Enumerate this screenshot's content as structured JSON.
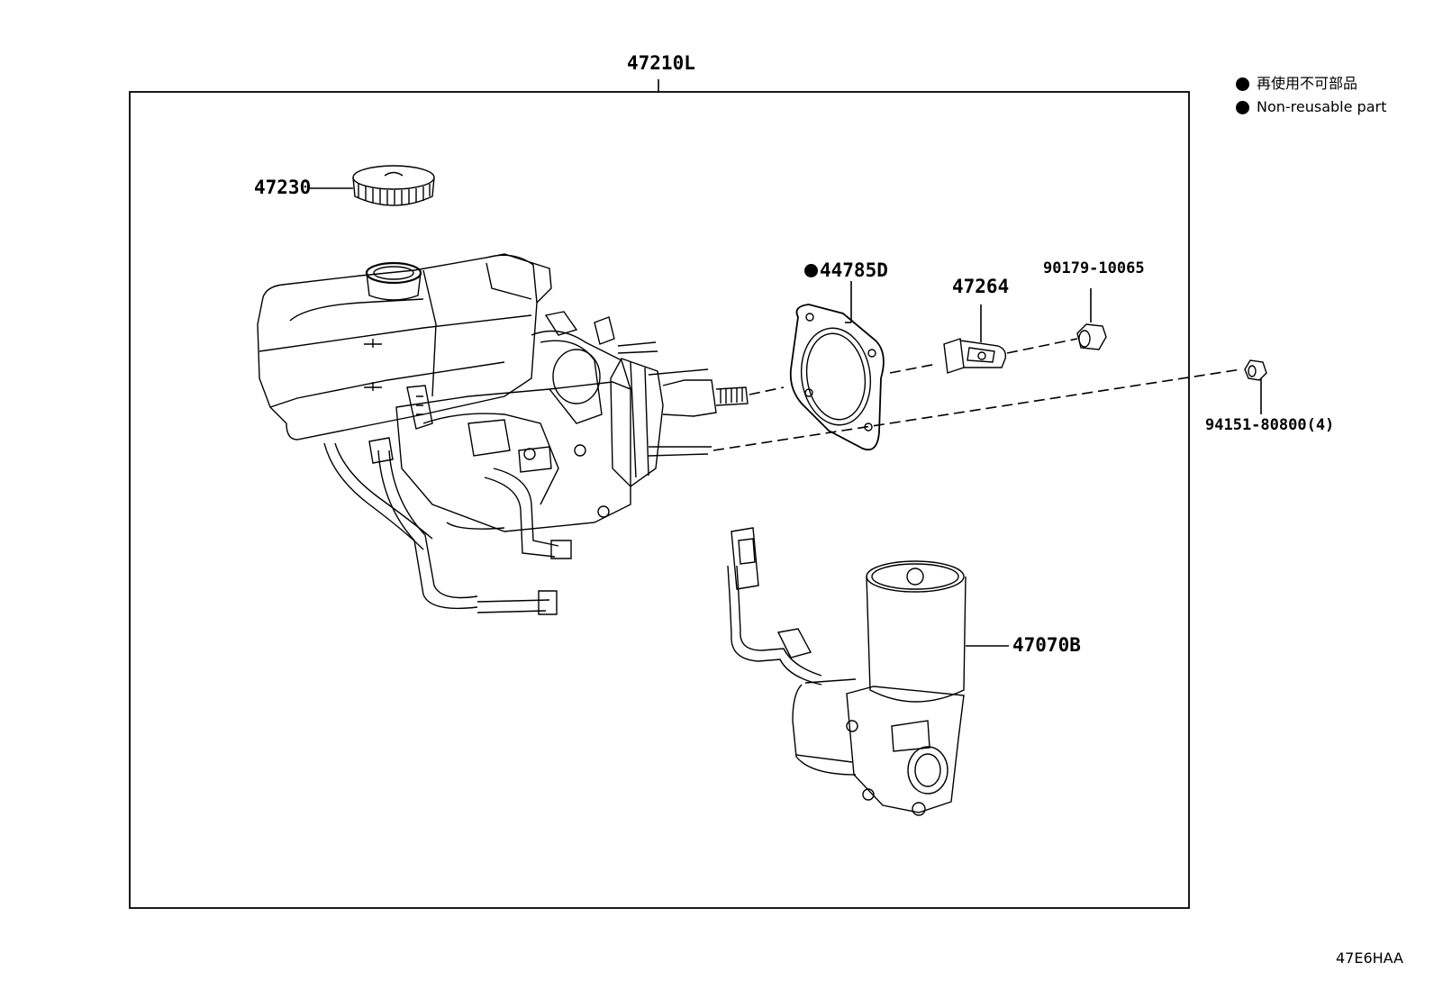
{
  "labels": {
    "assembly": "47210L",
    "cap": "47230",
    "gasket": "44785D",
    "bracket": "47264",
    "spacer": "90179-10065",
    "nut": "94151-80800(4)",
    "pump": "47070B"
  },
  "legend": {
    "japanese": "再使用不可部品",
    "english": "Non-reusable part"
  },
  "drawing_code": "47E6HAA",
  "colors": {
    "line": "#000000",
    "background": "#ffffff"
  }
}
